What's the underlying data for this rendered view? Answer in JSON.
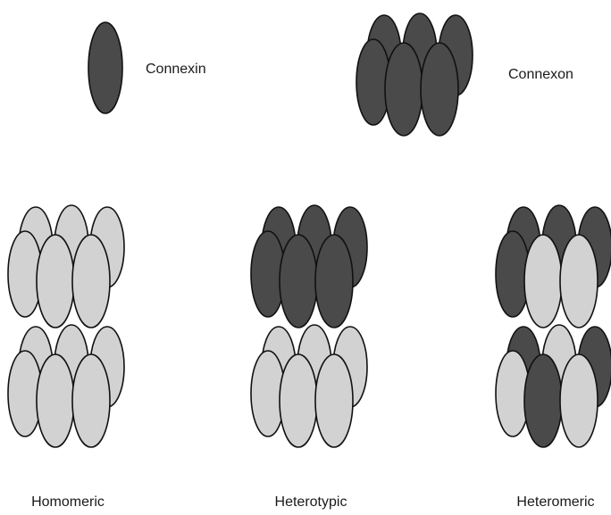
{
  "colors": {
    "dark_subunit": "#4a4a4a",
    "light_subunit": "#d2d2d2",
    "outline": "#111111"
  },
  "legend": {
    "connexin_label": "Connexin",
    "connexon_label": "Connexon"
  },
  "channels": [
    {
      "label": "Homomeric",
      "top": [
        "light",
        "light",
        "light",
        "light",
        "light",
        "light"
      ],
      "bottom": [
        "light",
        "light",
        "light",
        "light",
        "light",
        "light"
      ]
    },
    {
      "label": "Heterotypic",
      "top": [
        "dark",
        "dark",
        "dark",
        "dark",
        "dark",
        "dark"
      ],
      "bottom": [
        "light",
        "light",
        "light",
        "light",
        "light",
        "light"
      ]
    },
    {
      "label": "Heteromeric",
      "top": [
        "dark",
        "dark",
        "dark",
        "dark",
        "light",
        "light"
      ],
      "bottom": [
        "dark",
        "light",
        "dark",
        "light",
        "dark",
        "light"
      ]
    }
  ]
}
